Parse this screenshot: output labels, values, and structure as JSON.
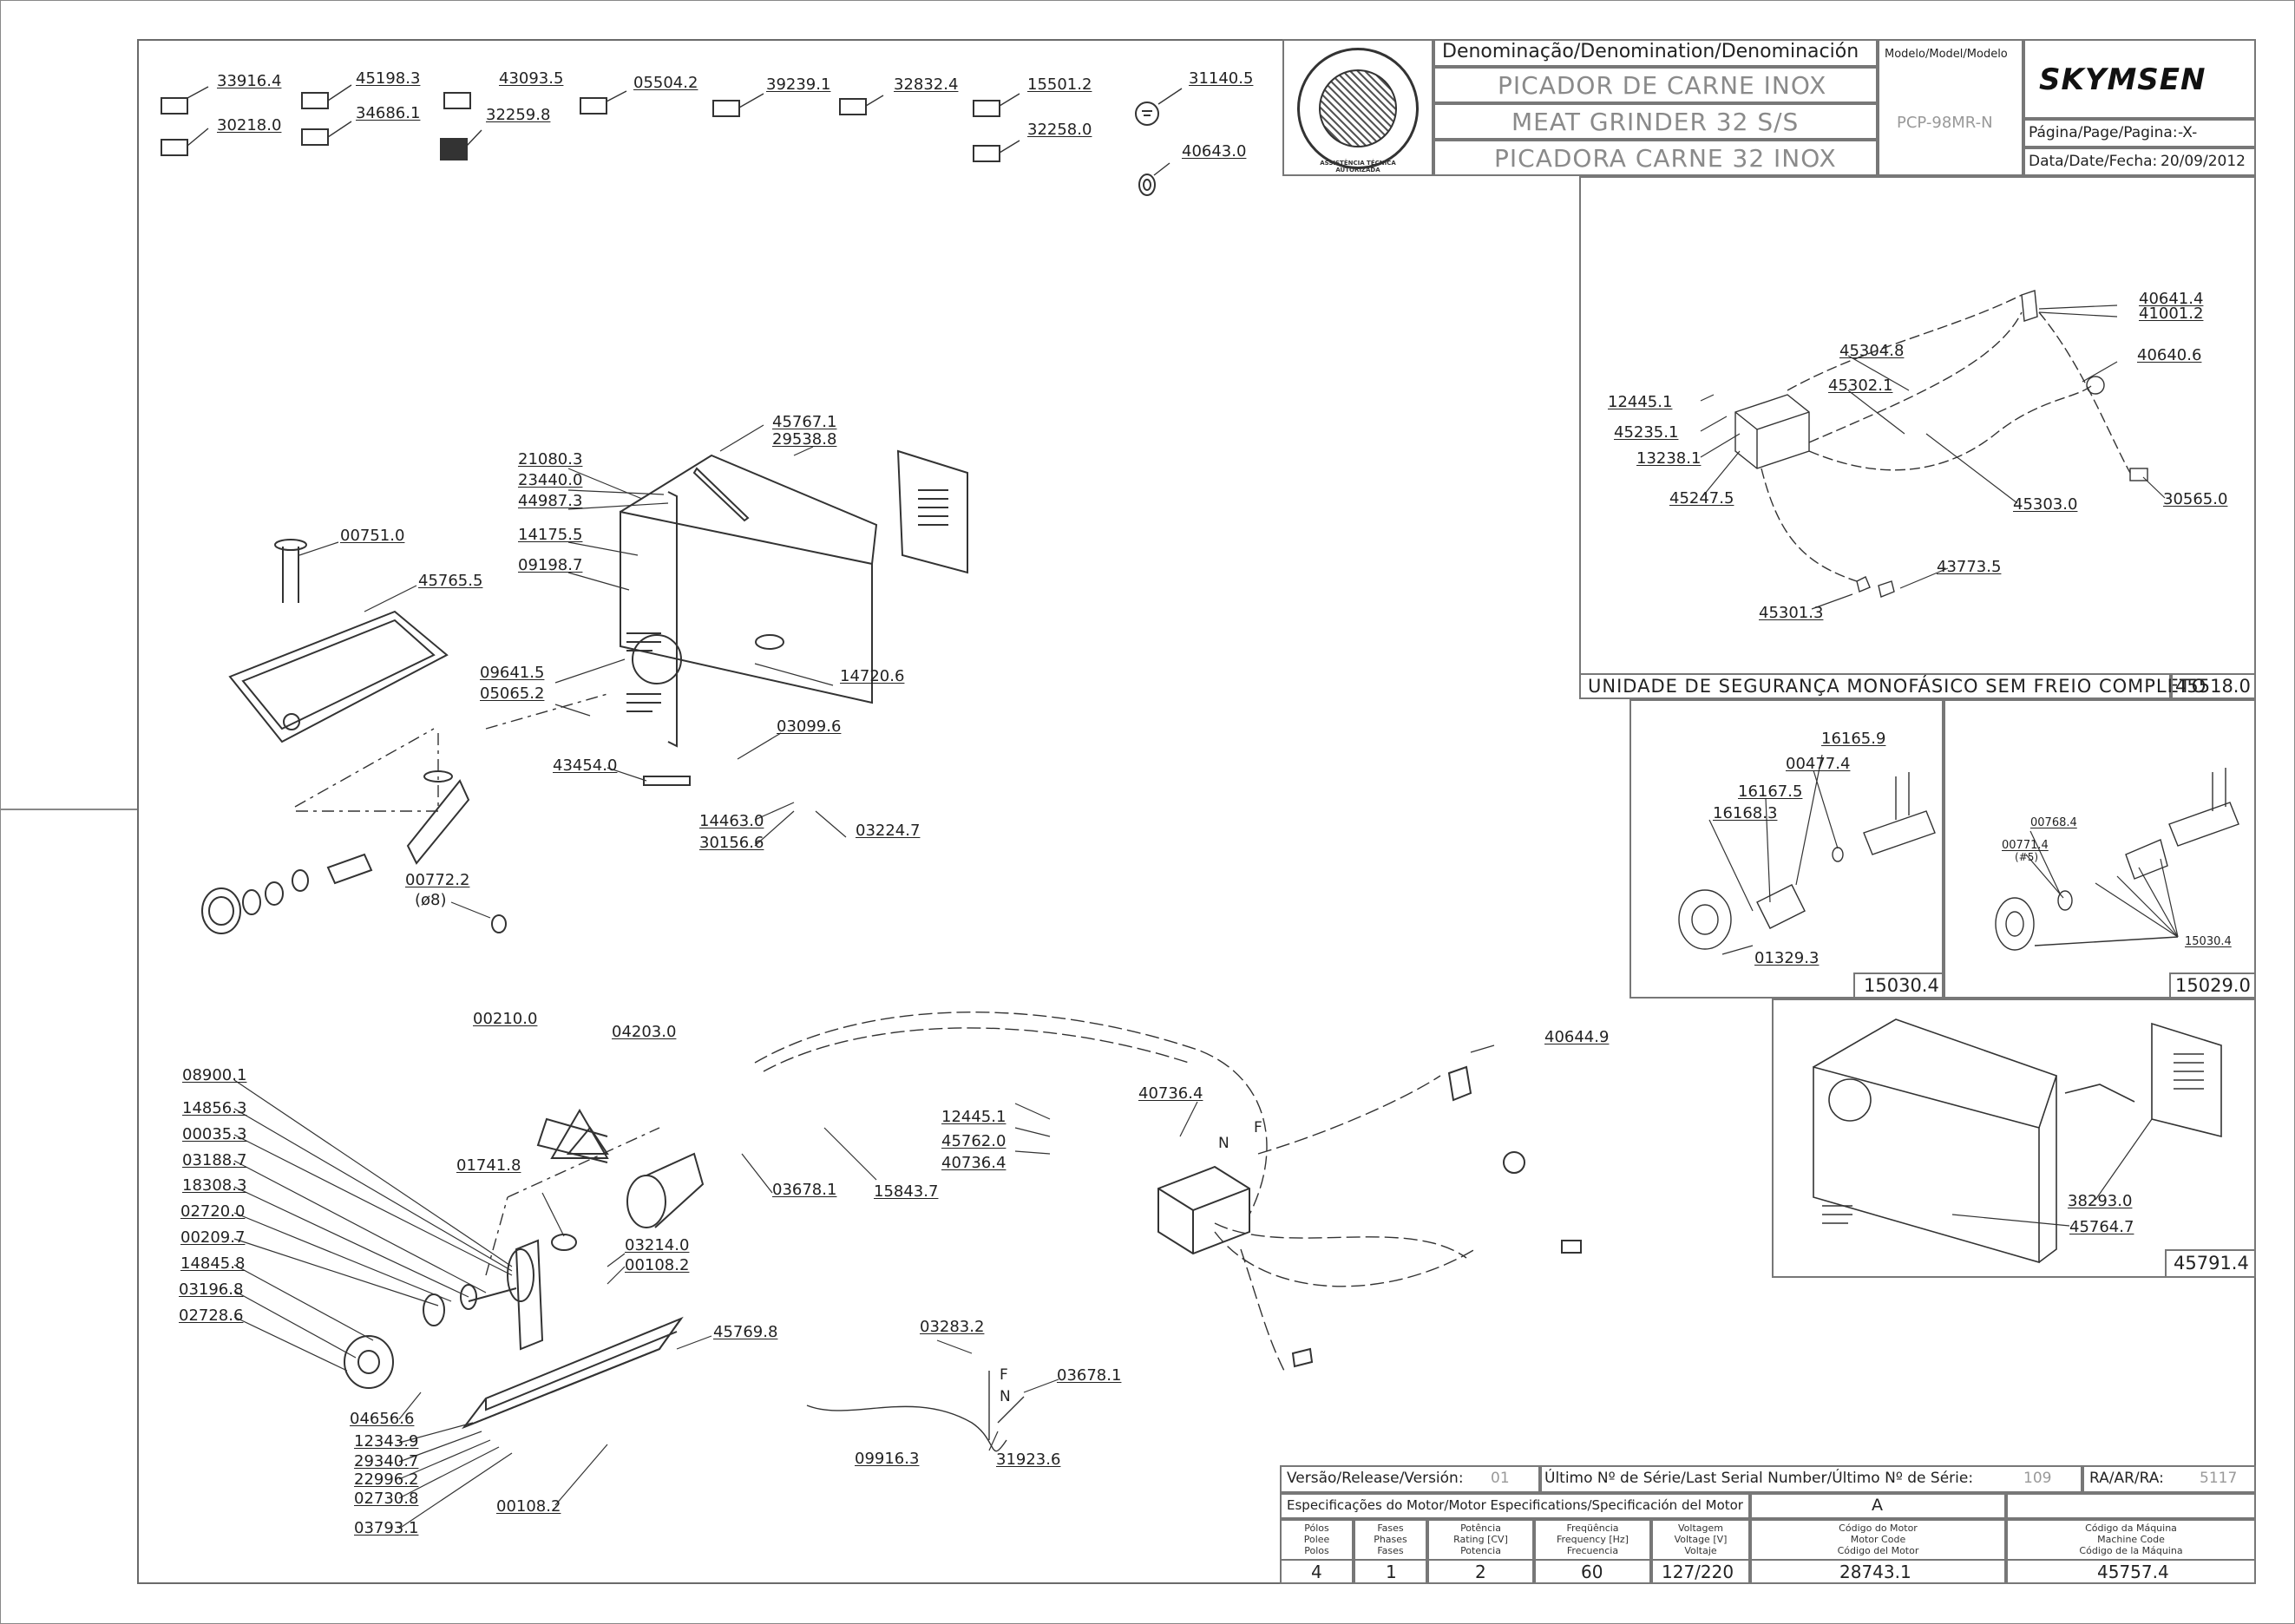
{
  "title_block": {
    "header": "Denominação/Denomination/Denominación",
    "model_header": "Modelo/Model/Modelo",
    "name_pt": "PICADOR DE CARNE INOX",
    "name_en": "MEAT GRINDER 32 S/S",
    "name_es": "PICADORA CARNE 32 INOX",
    "model": "PCP-98MR-N",
    "page_label": "Página/Page/Pagina:",
    "page_value": "-X-",
    "date_label": "Data/Date/Fecha:",
    "date_value": "20/09/2012",
    "brand": "SKYMSEN",
    "seal_text": "ASSISTÊNCIA TÉCNICA AUTORIZADA"
  },
  "release_block": {
    "version_label": "Versão/Release/Versión:",
    "version_value": "01",
    "serial_label": "Último Nº de Série/Last Serial Number/Último Nº de Série:",
    "serial_value": "109",
    "ra_label": "RA/AR/RA:",
    "ra_value": "5117",
    "motor_spec_label": "Especificações do Motor/Motor Especifications/Specificación del Motor",
    "motor_variant": "A",
    "cols": [
      {
        "head": [
          "Pólos",
          "Polee",
          "Polos"
        ],
        "value": "4"
      },
      {
        "head": [
          "Fases",
          "Phases",
          "Fases"
        ],
        "value": "1"
      },
      {
        "head": [
          "Potência",
          "Rating [CV]",
          "Potencia"
        ],
        "value": "2"
      },
      {
        "head": [
          "Freqüência",
          "Frequency [Hz]",
          "Frecuencia"
        ],
        "value": "60"
      },
      {
        "head": [
          "Voltagem",
          "Voltage [V]",
          "Voltaje"
        ],
        "value": "127/220"
      },
      {
        "head": [
          "Código do Motor",
          "Motor Code",
          "Código del Motor"
        ],
        "value": "28743.1"
      },
      {
        "head": [
          "Código da Máquina",
          "Machine Code",
          "Código de la Máquina"
        ],
        "value": "45757.4"
      }
    ]
  },
  "insets": {
    "safety_unit_caption": "UNIDADE DE SEGURANÇA MONOFÁSICO SEM FREIO COMPLETO",
    "safety_unit_code": "45518.0",
    "kit1_code": "15030.4",
    "kit2_code": "15029.0",
    "housing_code": "45791.4"
  },
  "parts": {
    "p01": "33916.4",
    "p02": "30218.0",
    "p03": "45198.3",
    "p04": "34686.1",
    "p05": "43093.5",
    "p06": "32259.8",
    "p07": "05504.2",
    "p08": "39239.1",
    "p09": "32832.4",
    "p10": "15501.2",
    "p11": "32258.0",
    "p12": "31140.5",
    "p13": "40643.0",
    "p14": "45767.1",
    "p15": "29538.8",
    "p16": "21080.3",
    "p17": "23440.0",
    "p18": "44987.3",
    "p19": "14175.5",
    "p20": "09198.7",
    "p21": "00751.0",
    "p22": "45765.5",
    "p23": "09641.5",
    "p24": "05065.2",
    "p25": "14720.6",
    "p26": "03099.6",
    "p27": "43454.0",
    "p28": "14463.0",
    "p29": "30156.6",
    "p30": "03224.7",
    "p31": "00772.2",
    "p31b": "(ø8)",
    "p32": "40641.4",
    "p33": "41001.2",
    "p34": "45304.8",
    "p35": "40640.6",
    "p36": "45302.1",
    "p37": "12445.1",
    "p38": "45235.1",
    "p39": "13238.1",
    "p40": "45247.5",
    "p41": "45303.0",
    "p42": "30565.0",
    "p43": "43773.5",
    "p44": "45301.3",
    "p45": "16165.9",
    "p46": "00477.4",
    "p47": "16167.5",
    "p48": "16168.3",
    "p49": "01329.3",
    "p50": "00768.4",
    "p51": "00771.4",
    "p51b": "(#5)",
    "p52": "15030.4",
    "p53": "00210.0",
    "p54": "04203.0",
    "p55": "08900.1",
    "p56": "14856.3",
    "p57": "00035.3",
    "p58": "03188.7",
    "p59": "18308.3",
    "p60": "02720.0",
    "p61": "00209.7",
    "p62": "14845.8",
    "p63": "03196.8",
    "p64": "02728.6",
    "p65": "04656.6",
    "p66": "12343.9",
    "p67": "29340.7",
    "p68": "22996.2",
    "p69": "02730.8",
    "p70": "03793.1",
    "p71": "00108.2",
    "p72": "01741.8",
    "p73": "03214.0",
    "p74": "00108.2",
    "p75": "45769.8",
    "p76": "03678.1",
    "p77": "15843.7",
    "p78": "12445.1",
    "p79": "45762.0",
    "p80": "40736.4",
    "p81": "40736.4",
    "p82": "40644.9",
    "p83": "03283.2",
    "p84": "03678.1",
    "p85": "09916.3",
    "p86": "31923.6",
    "p87": "38293.0",
    "p88": "45764.7",
    "w_N": "N",
    "w_F": "F",
    "w_N2": "N",
    "w_F2": "F"
  }
}
